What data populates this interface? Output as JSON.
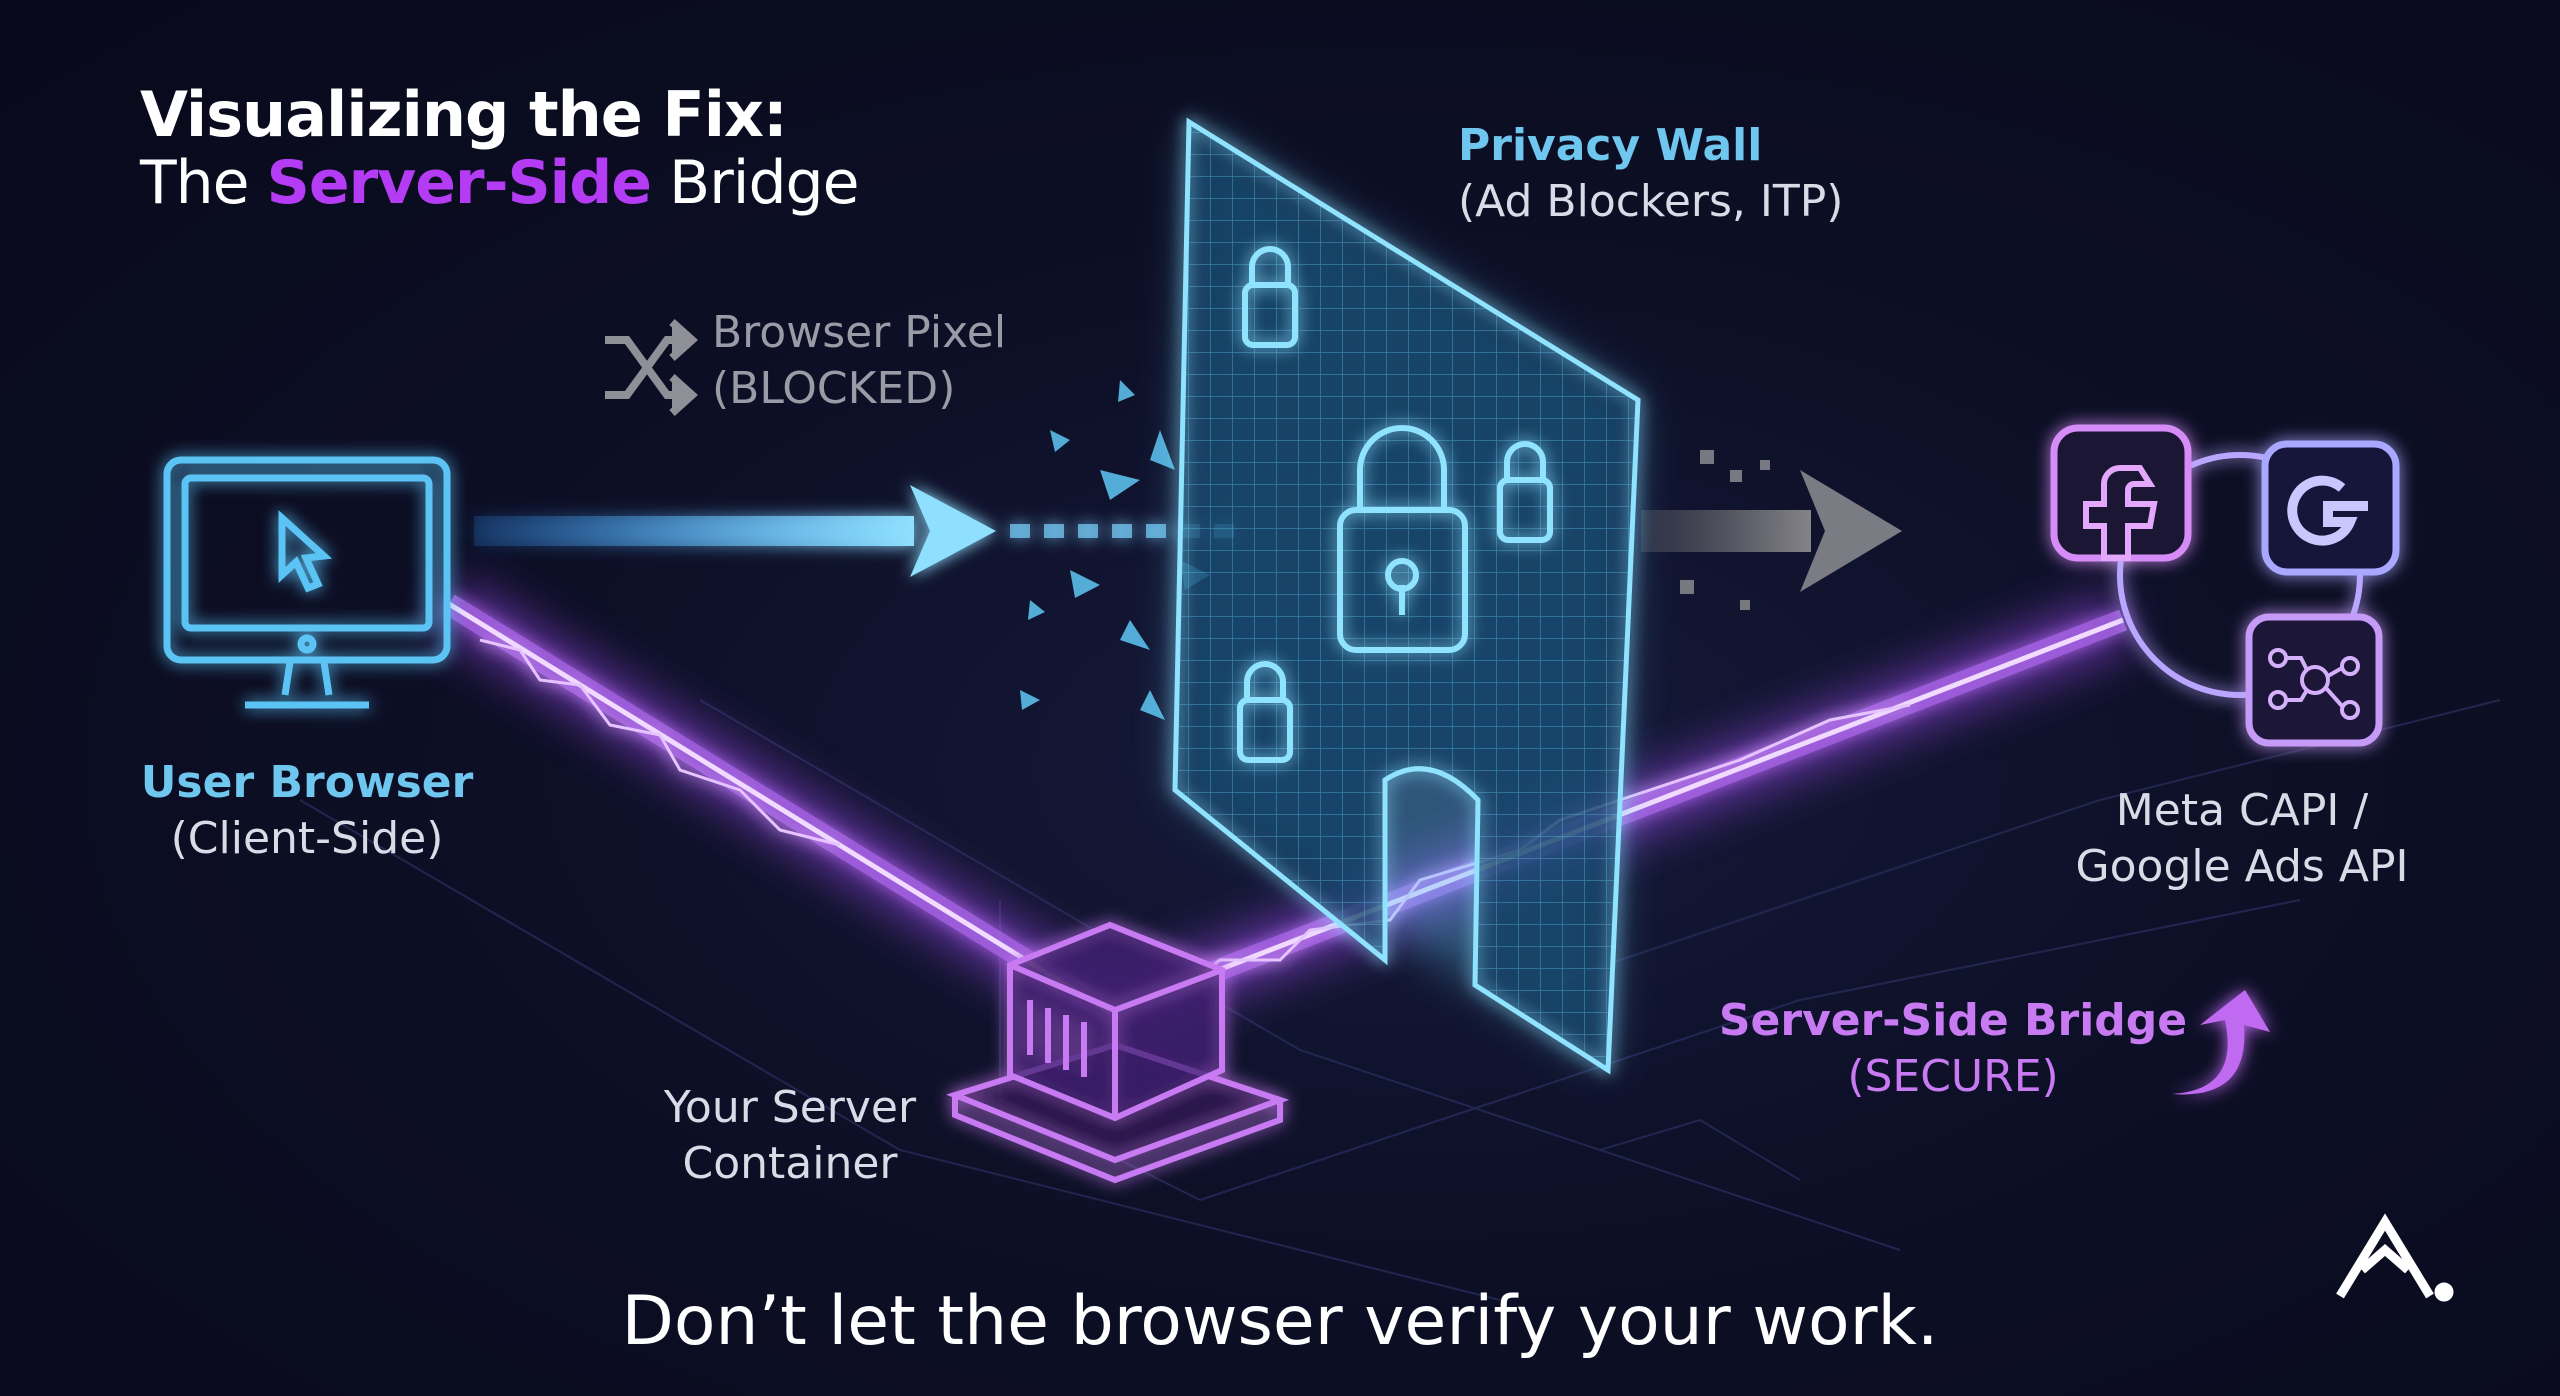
{
  "title": {
    "line1": "Visualizing the Fix:",
    "line2_prefix": "The ",
    "line2_accent": "Server-Side",
    "line2_suffix": " Bridge"
  },
  "labels": {
    "browser_pixel": {
      "line1": "Browser Pixel",
      "line2": "(BLOCKED)"
    },
    "privacy_wall": {
      "line1": "Privacy Wall",
      "line2": "(Ad Blockers, ITP)"
    },
    "user_browser": {
      "line1": "User Browser",
      "line2": "(Client-Side)"
    },
    "server_container": {
      "line1": "Your Server",
      "line2": "Container"
    },
    "apis": {
      "line1": "Meta CAPI /",
      "line2": "Google Ads API"
    },
    "bridge": {
      "line1": "Server-Side Bridge",
      "line2": "(SECURE)"
    }
  },
  "tagline": "Don’t let the browser verify your work.",
  "icons": [
    "monitor-cursor-icon",
    "shuffle-blocked-icon",
    "privacy-wall",
    "lock-icon",
    "server-box-icon",
    "facebook-icon",
    "google-icon",
    "network-nodes-icon",
    "curved-arrow-icon",
    "brand-logo"
  ],
  "colors": {
    "accent": "#b43cf5",
    "blue": "#4fb8f0",
    "purple": "#a855f7",
    "background": "#0b0d20"
  }
}
